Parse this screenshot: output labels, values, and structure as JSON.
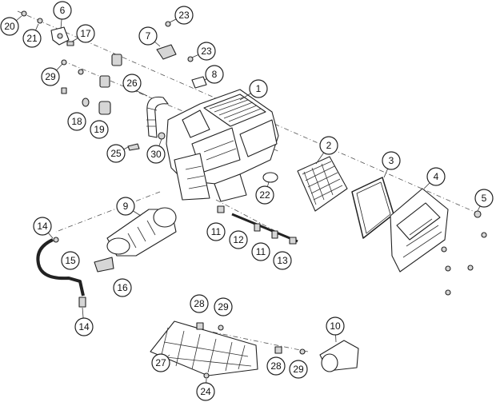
{
  "diagram": {
    "callouts": [
      {
        "id": "c1",
        "label": "1"
      },
      {
        "id": "c2",
        "label": "2"
      },
      {
        "id": "c3",
        "label": "3"
      },
      {
        "id": "c4",
        "label": "4"
      },
      {
        "id": "c5",
        "label": "5"
      },
      {
        "id": "c6",
        "label": "6"
      },
      {
        "id": "c7",
        "label": "7"
      },
      {
        "id": "c8",
        "label": "8"
      },
      {
        "id": "c9",
        "label": "9"
      },
      {
        "id": "c10",
        "label": "10"
      },
      {
        "id": "c11a",
        "label": "11"
      },
      {
        "id": "c11b",
        "label": "11"
      },
      {
        "id": "c12",
        "label": "12"
      },
      {
        "id": "c13",
        "label": "13"
      },
      {
        "id": "c14a",
        "label": "14"
      },
      {
        "id": "c14b",
        "label": "14"
      },
      {
        "id": "c15",
        "label": "15"
      },
      {
        "id": "c16",
        "label": "16"
      },
      {
        "id": "c17",
        "label": "17"
      },
      {
        "id": "c18",
        "label": "18"
      },
      {
        "id": "c19",
        "label": "19"
      },
      {
        "id": "c20",
        "label": "20"
      },
      {
        "id": "c21",
        "label": "21"
      },
      {
        "id": "c22",
        "label": "22"
      },
      {
        "id": "c23a",
        "label": "23"
      },
      {
        "id": "c23b",
        "label": "23"
      },
      {
        "id": "c24",
        "label": "24"
      },
      {
        "id": "c25",
        "label": "25"
      },
      {
        "id": "c26",
        "label": "26"
      },
      {
        "id": "c27",
        "label": "27"
      },
      {
        "id": "c28a",
        "label": "28"
      },
      {
        "id": "c28b",
        "label": "28"
      },
      {
        "id": "c29a",
        "label": "29"
      },
      {
        "id": "c29b",
        "label": "29"
      },
      {
        "id": "c29c",
        "label": "29"
      },
      {
        "id": "c30",
        "label": "30"
      }
    ]
  }
}
